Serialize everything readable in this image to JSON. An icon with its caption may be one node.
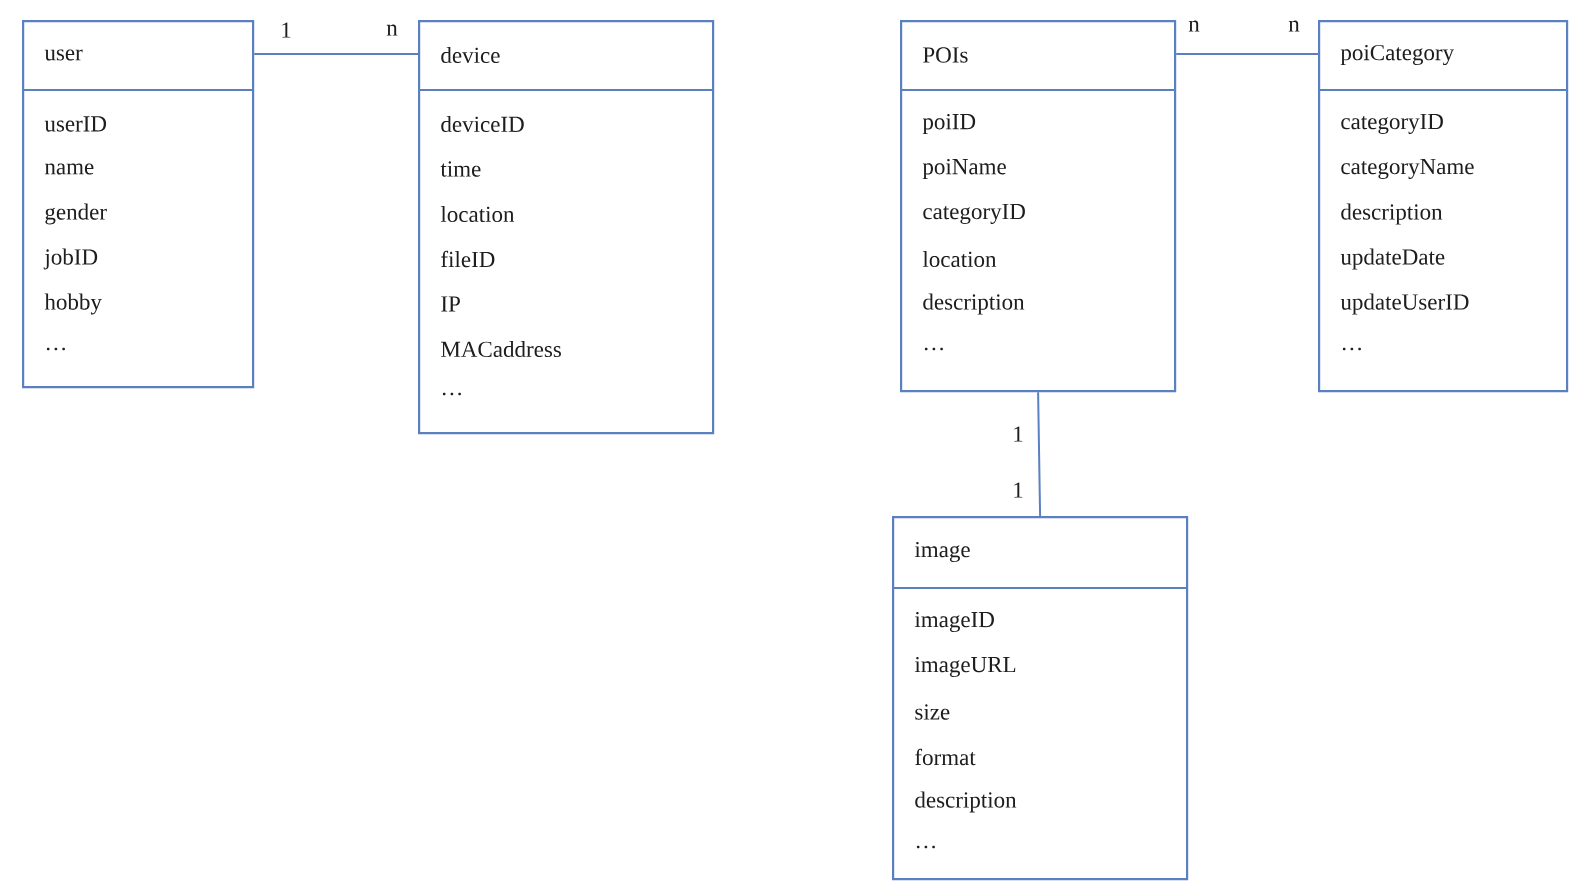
{
  "diagram": {
    "nodes": [
      {
        "text": [
          "user",
          "userID",
          "name",
          "gender",
          "jobID",
          "hobby",
          "…"
        ]
      },
      {
        "text": [
          "device",
          "deviceID",
          "time",
          "location",
          "fileID",
          "IP",
          "MACaddress",
          "…"
        ]
      },
      {
        "text": [
          "POIs",
          "poiID",
          "poiName",
          "categoryID",
          "location",
          "description",
          "…"
        ]
      },
      {
        "text": [
          "poiCategory",
          "categoryID",
          "categoryName",
          "description",
          "updateDate",
          "updateUserID",
          "…"
        ]
      },
      {
        "text": [
          "image",
          "imageID",
          "imageURL",
          "size",
          "format",
          "description",
          "…"
        ]
      }
    ],
    "edges": [
      {
        "from": 0,
        "to": 1,
        "arrow": "none"
      },
      {
        "from": 2,
        "to": 3,
        "arrow": "none"
      },
      {
        "from": 2,
        "to": 4,
        "arrow": "none"
      }
    ],
    "labels": [
      "1",
      "n",
      "n",
      "n",
      "1",
      "1"
    ]
  }
}
